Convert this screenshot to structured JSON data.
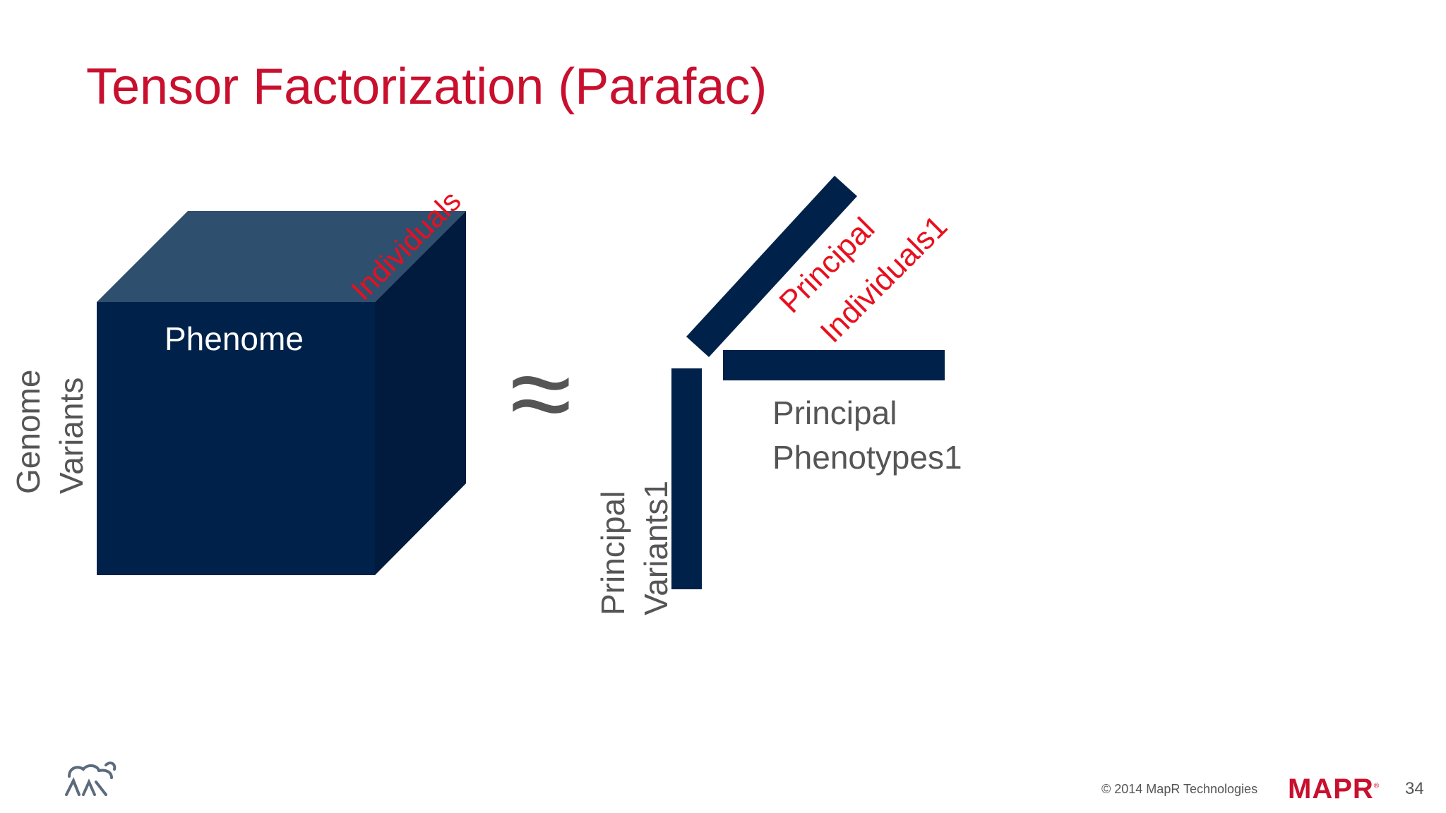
{
  "slide": {
    "title": "Tensor Factorization (Parafac)",
    "page_number": "34"
  },
  "cube": {
    "front_label": "Phenome",
    "top_edge_label": "Individuals",
    "side_label_line1": "Genome",
    "side_label_line2": "Variants"
  },
  "operator": {
    "symbol": "≈"
  },
  "factors": {
    "individuals": {
      "line1": "Principal",
      "line2": "Individuals1"
    },
    "phenotypes": {
      "line1": "Principal",
      "line2": "Phenotypes1"
    },
    "variants": {
      "line1": "Principal",
      "line2": "Variants1"
    }
  },
  "footer": {
    "copyright": "© 2014 MapR Technologies",
    "logo_text": "MAPR",
    "logo_mark": "®",
    "mascot_icon": "elephant-logo-icon"
  },
  "colors": {
    "title": "#c8102e",
    "accent_red": "#e8101e",
    "navy": "#00224a",
    "cube_top": "#2f4f6f",
    "cube_side": "#001b3d",
    "gray_text": "#555555"
  }
}
